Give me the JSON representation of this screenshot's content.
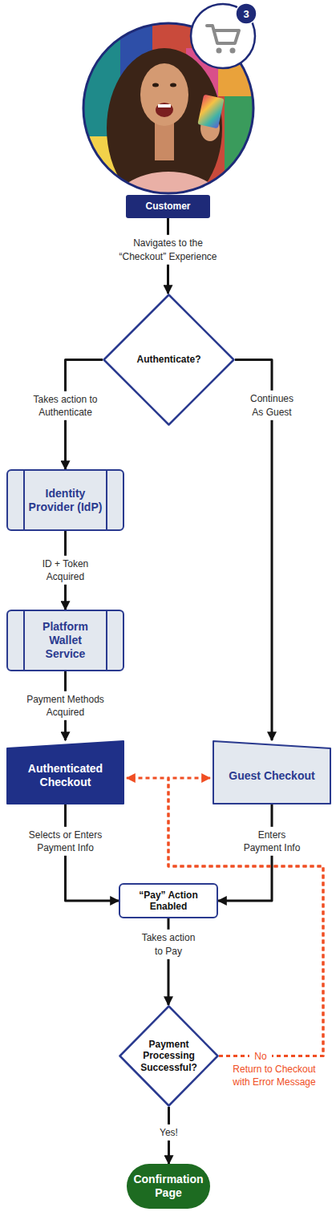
{
  "diagram": {
    "nodes": [
      {
        "text": [
          "Customer"
        ]
      },
      {
        "text": [
          "Authenticate?"
        ]
      },
      {
        "text": [
          "Identity Provider (IdP)"
        ]
      },
      {
        "text": [
          "Platform Wallet Service"
        ]
      },
      {
        "text": [
          "Authenticated Checkout"
        ]
      },
      {
        "text": [
          "Guest Checkout"
        ]
      },
      {
        "text": [
          "“Pay” Action Enabled"
        ]
      },
      {
        "text": [
          "Payment Processing Successful?"
        ]
      },
      {
        "text": [
          "Confirmation Page"
        ]
      }
    ],
    "edges": [
      {
        "from": 0,
        "to": 1,
        "label": "Navigates to the “Checkout” Experience",
        "arrow": "to"
      },
      {
        "from": 1,
        "to": 2,
        "label": "Takes action to Authenticate",
        "arrow": "to"
      },
      {
        "from": 1,
        "to": 5,
        "label": "Continues As Guest",
        "arrow": "to"
      },
      {
        "from": 2,
        "to": 3,
        "label": "ID + Token Acquired",
        "arrow": "to"
      },
      {
        "from": 3,
        "to": 4,
        "label": "Payment Methods Acquired",
        "arrow": "to"
      },
      {
        "from": 4,
        "to": 6,
        "label": "Selects or Enters Payment Info",
        "arrow": "to"
      },
      {
        "from": 5,
        "to": 6,
        "label": "Enters Payment Info",
        "arrow": "to"
      },
      {
        "from": 6,
        "to": 7,
        "label": "Takes action to Pay",
        "arrow": "to"
      },
      {
        "from": 7,
        "to": 8,
        "label": "Yes!",
        "arrow": "to"
      },
      {
        "from": 7,
        "to": 4,
        "label": "No",
        "arrow": "to"
      },
      {
        "from": 7,
        "to": 5,
        "arrow": "to"
      }
    ],
    "labels": [
      "3",
      "Return to Checkout with Error Message"
    ]
  }
}
